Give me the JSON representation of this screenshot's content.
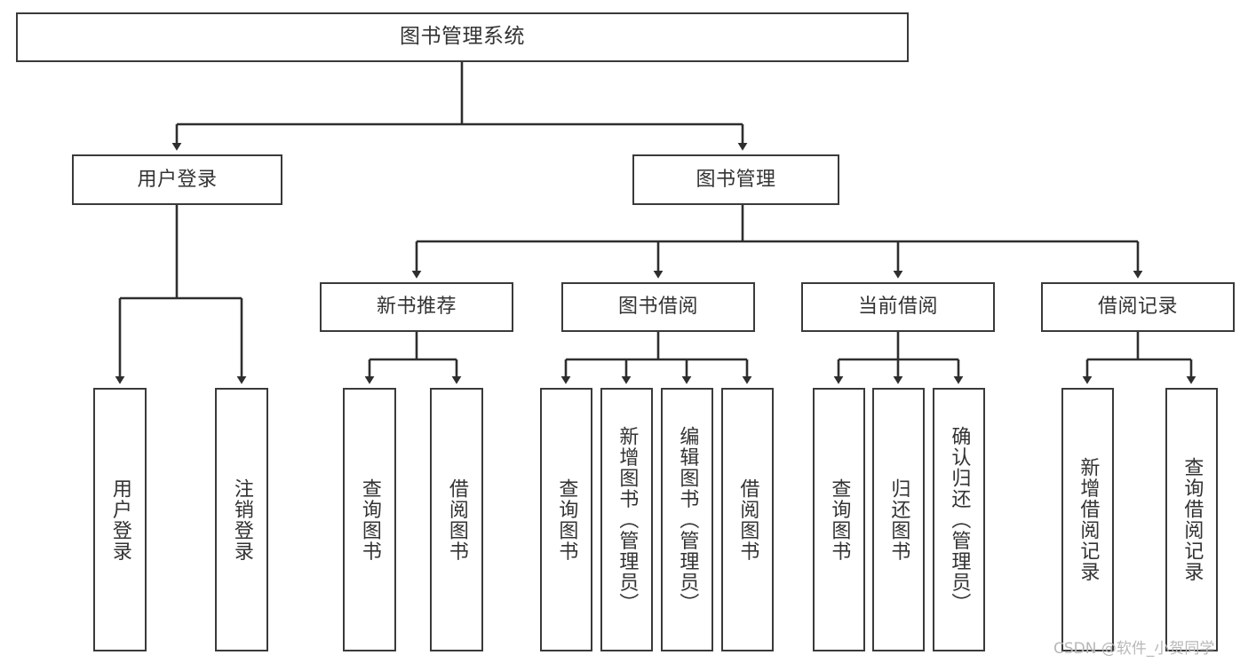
{
  "diagram": {
    "type": "hierarchy-tree",
    "title_node": {
      "label": "图书管理系统"
    },
    "level2": [
      {
        "label": "用户登录"
      },
      {
        "label": "图书管理"
      }
    ],
    "level3": [
      {
        "label": "新书推荐"
      },
      {
        "label": "图书借阅"
      },
      {
        "label": "当前借阅"
      },
      {
        "label": "借阅记录"
      }
    ],
    "leaves": {
      "user_login": [
        {
          "label": "用户登录"
        },
        {
          "label": "注销登录"
        }
      ],
      "new_book_recommend": [
        {
          "label": "查询图书"
        },
        {
          "label": "借阅图书"
        }
      ],
      "book_borrow": [
        {
          "label": "查询图书"
        },
        {
          "label": "新增图书（管理员）"
        },
        {
          "label": "编辑图书（管理员）"
        },
        {
          "label": "借阅图书"
        }
      ],
      "current_borrow": [
        {
          "label": "查询图书"
        },
        {
          "label": "归还图书"
        },
        {
          "label": "确认归还（管理员）"
        }
      ],
      "borrow_record": [
        {
          "label": "新增借阅记录"
        },
        {
          "label": "查询借阅记录"
        }
      ]
    }
  },
  "watermark": {
    "text": "CSDN @软件_小贺同学"
  },
  "colors": {
    "stroke": "#3a3a3a",
    "text": "#333333",
    "background": "#ffffff",
    "watermark": "#b8b8b8"
  }
}
